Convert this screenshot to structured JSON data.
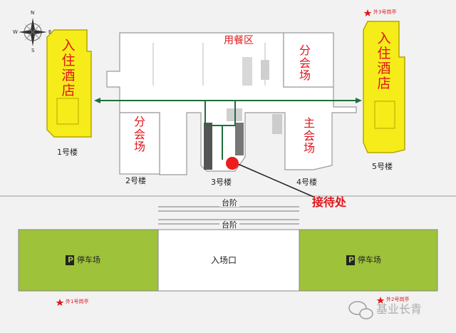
{
  "colors": {
    "hotel": "#f5ec1a",
    "hotel_border": "#b8a600",
    "parking": "#9ec23a",
    "building_fill": "#ffffff",
    "building_stroke": "#9a9a9a",
    "route": "#1e6e3c",
    "text_red": "#e0161b",
    "marker": "#ee1c1c"
  },
  "icons": {
    "compass": "compass-rose-icon",
    "parking": "parking-p-icon",
    "booth": "star-icon",
    "wechat": "wechat-logo-icon"
  },
  "compass": {
    "n": "N",
    "e": "E",
    "s": "S",
    "w": "W"
  },
  "hotels": {
    "left": [
      "入",
      "住",
      "酒",
      "店"
    ],
    "right": [
      "入",
      "住",
      "酒",
      "店"
    ]
  },
  "buildings": {
    "b1": "1号楼",
    "b2": "2号楼",
    "b3": "3号楼",
    "b4": "4号楼",
    "b5": "5号楼"
  },
  "halls": {
    "dining": "用餐区",
    "sub_top": [
      "分",
      "会",
      "场"
    ],
    "sub_left": [
      "分",
      "会",
      "场"
    ],
    "main": [
      "主",
      "会",
      "场"
    ]
  },
  "reception": "接待处",
  "steps": [
    "台阶",
    "台阶"
  ],
  "entrance": "入场口",
  "parking": {
    "left": "停车场",
    "right": "停车场",
    "symbol": "P"
  },
  "booths": {
    "top": "外3号岗亭",
    "bottom_left": "外1号岗亭",
    "bottom_right": "外2号岗亭"
  },
  "watermark": "基业长青"
}
